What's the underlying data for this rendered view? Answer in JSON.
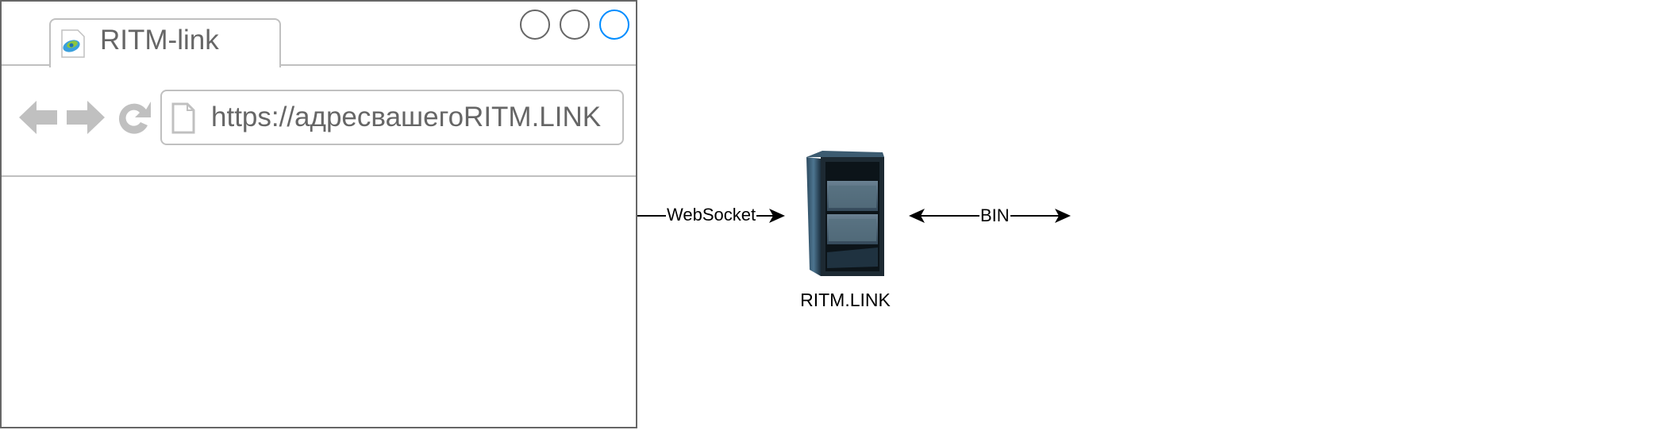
{
  "browser": {
    "tab": {
      "title": "RITM-link",
      "icon": "web-page-icon"
    },
    "window_controls": [
      {
        "name": "minimize-button",
        "color": "#666666"
      },
      {
        "name": "maximize-button",
        "color": "#666666"
      },
      {
        "name": "close-button",
        "color": "#008cff"
      }
    ],
    "nav": {
      "back_icon": "arrow-left-icon",
      "forward_icon": "arrow-right-icon",
      "reload_icon": "reload-icon"
    },
    "url": "https://адресвашегоRITM.LINK"
  },
  "diagram": {
    "edges": [
      {
        "label": "WebSocket",
        "direction": "right"
      },
      {
        "label": "BIN",
        "direction": "both"
      }
    ],
    "nodes": [
      {
        "label": "RITM.LINK",
        "icon": "server-rack-icon"
      }
    ]
  },
  "colors": {
    "frame": "#666666",
    "divider": "#c0c0c0",
    "accent": "#008cff",
    "nav_icon": "#c0c0c0"
  }
}
